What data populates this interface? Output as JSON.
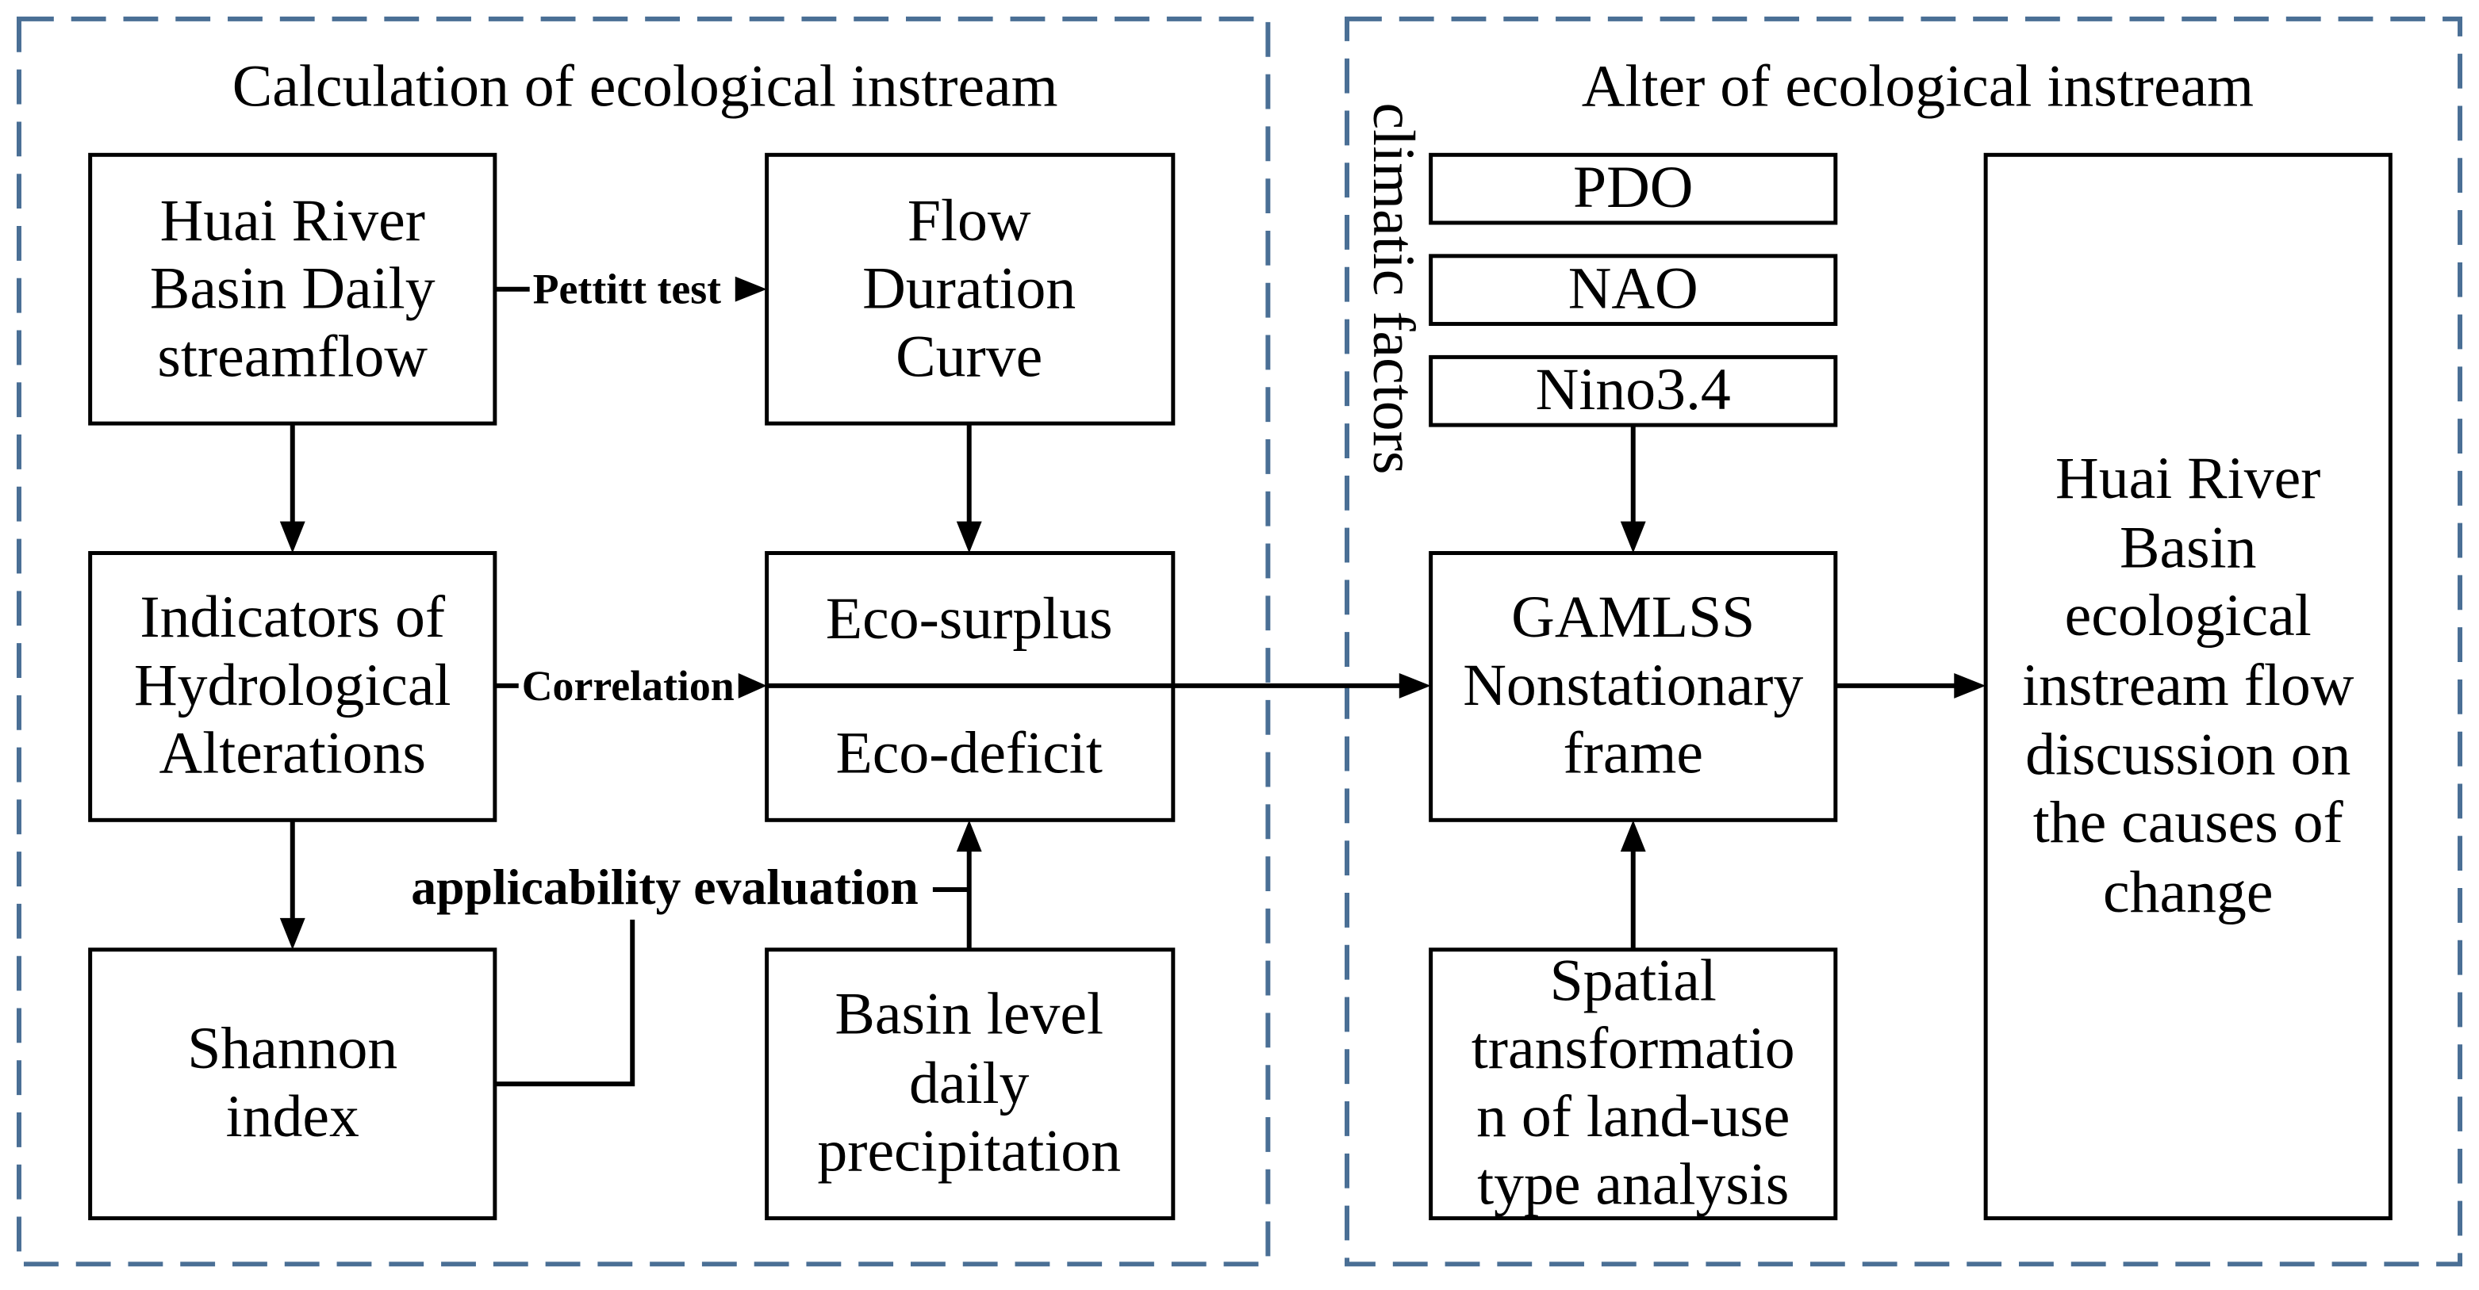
{
  "left_panel": {
    "title": "Calculation of ecological instream"
  },
  "right_panel": {
    "title": "Alter of ecological instream",
    "side_label": "climatic factors"
  },
  "nodes": {
    "daily_streamflow": [
      "Huai River",
      "Basin Daily",
      "streamflow"
    ],
    "flow_duration_curve": [
      "Flow",
      "Duration",
      "Curve"
    ],
    "hydrological_alterations": [
      "Indicators of",
      "Hydrological",
      "Alterations"
    ],
    "eco_surplus": "Eco-surplus",
    "eco_deficit": "Eco-deficit",
    "shannon_index": [
      "Shannon",
      "index"
    ],
    "daily_precipitation": [
      "Basin level",
      "daily",
      "precipitation"
    ],
    "pdo": "PDO",
    "nao": "NAO",
    "nino34": "Nino3.4",
    "gamlss": [
      "GAMLSS",
      "Nonstationary",
      "frame"
    ],
    "land_use": [
      "Spatial",
      "transformatio",
      "n of land-use",
      "type analysis"
    ],
    "discussion": [
      "Huai River",
      "Basin",
      "ecological",
      "instream flow",
      "discussion on",
      "the causes of",
      "change"
    ]
  },
  "edge_labels": {
    "pettitt_test": "Pettitt test",
    "correlation": "Correlation",
    "applicability_evaluation": "applicability evaluation"
  },
  "colors": {
    "panel_border": "#4a6f95",
    "line": "#000000",
    "background": "#ffffff"
  }
}
